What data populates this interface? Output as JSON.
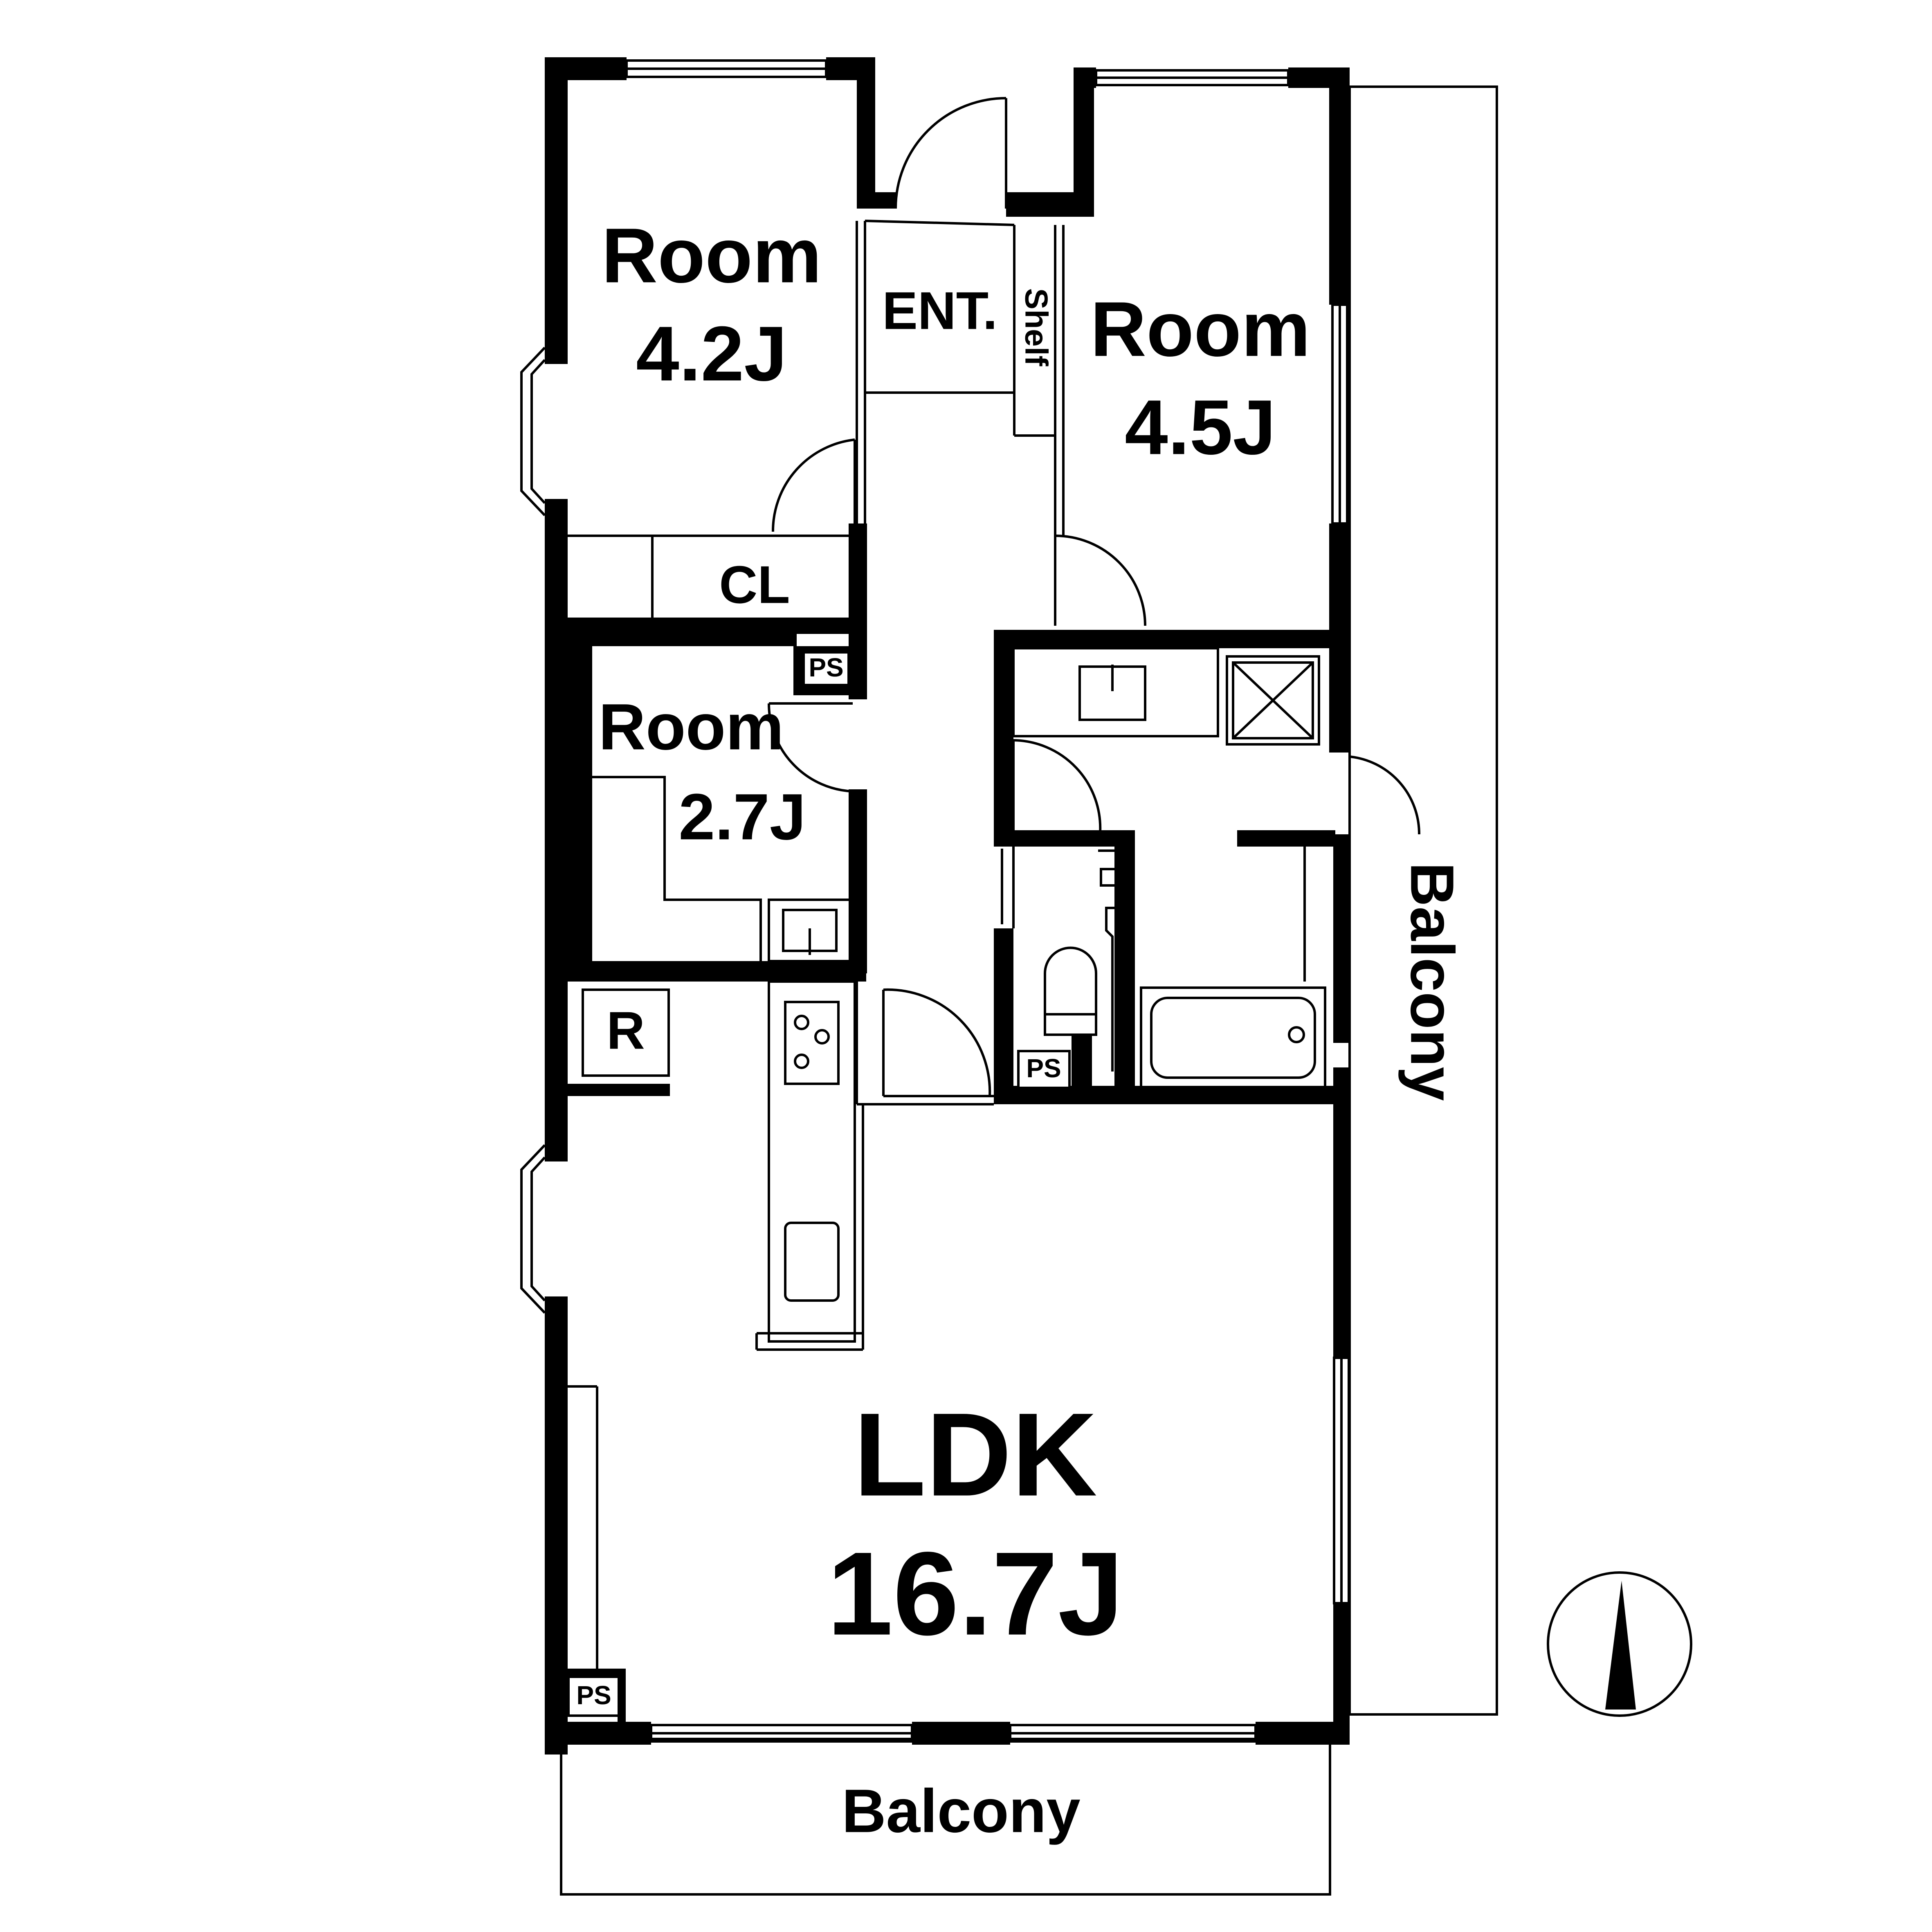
{
  "rooms": {
    "room_a": {
      "name": "Room",
      "size": "4.2J"
    },
    "room_b": {
      "name": "Room",
      "size": "4.5J"
    },
    "room_c": {
      "name": "Room",
      "size": "2.7J"
    },
    "ldk": {
      "name": "LDK",
      "size": "16.7J"
    }
  },
  "labels": {
    "entrance": "ENT.",
    "shelf": "Shelf",
    "closet": "CL",
    "refrigerator": "R",
    "pipe_space": "PS",
    "balcony_side": "Balcony",
    "balcony_bottom": "Balcony"
  },
  "icons": {
    "compass": "north-arrow-icon"
  },
  "colors": {
    "wall": "#000000",
    "background": "#ffffff"
  }
}
